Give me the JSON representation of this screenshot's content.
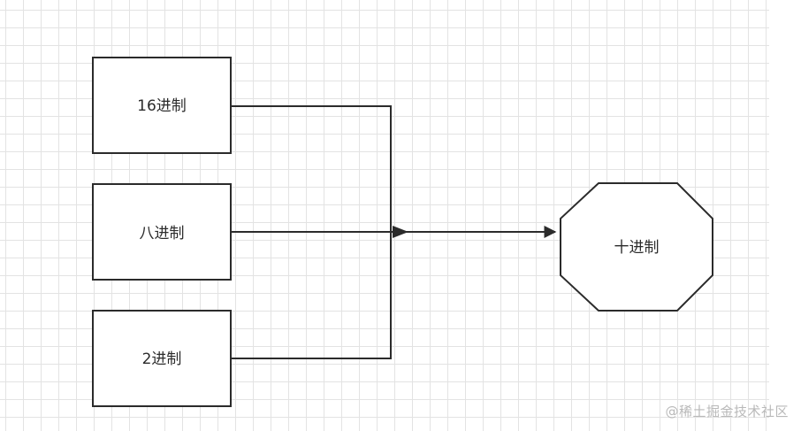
{
  "nodes": {
    "hex": {
      "label": "16进制",
      "shape": "rectangle"
    },
    "octal": {
      "label": "八进制",
      "shape": "rectangle"
    },
    "binary": {
      "label": "2进制",
      "shape": "rectangle"
    },
    "decimal": {
      "label": "十进制",
      "shape": "octagon"
    }
  },
  "edges": [
    {
      "from": "16进制",
      "to": "十进制"
    },
    {
      "from": "八进制",
      "to": "十进制"
    },
    {
      "from": "2进制",
      "to": "十进制"
    }
  ],
  "watermark": "@稀土掘金技术社区",
  "colors": {
    "stroke": "#2b2b2b",
    "grid": "#e3e3e3",
    "watermark": "#b9b9b9"
  }
}
